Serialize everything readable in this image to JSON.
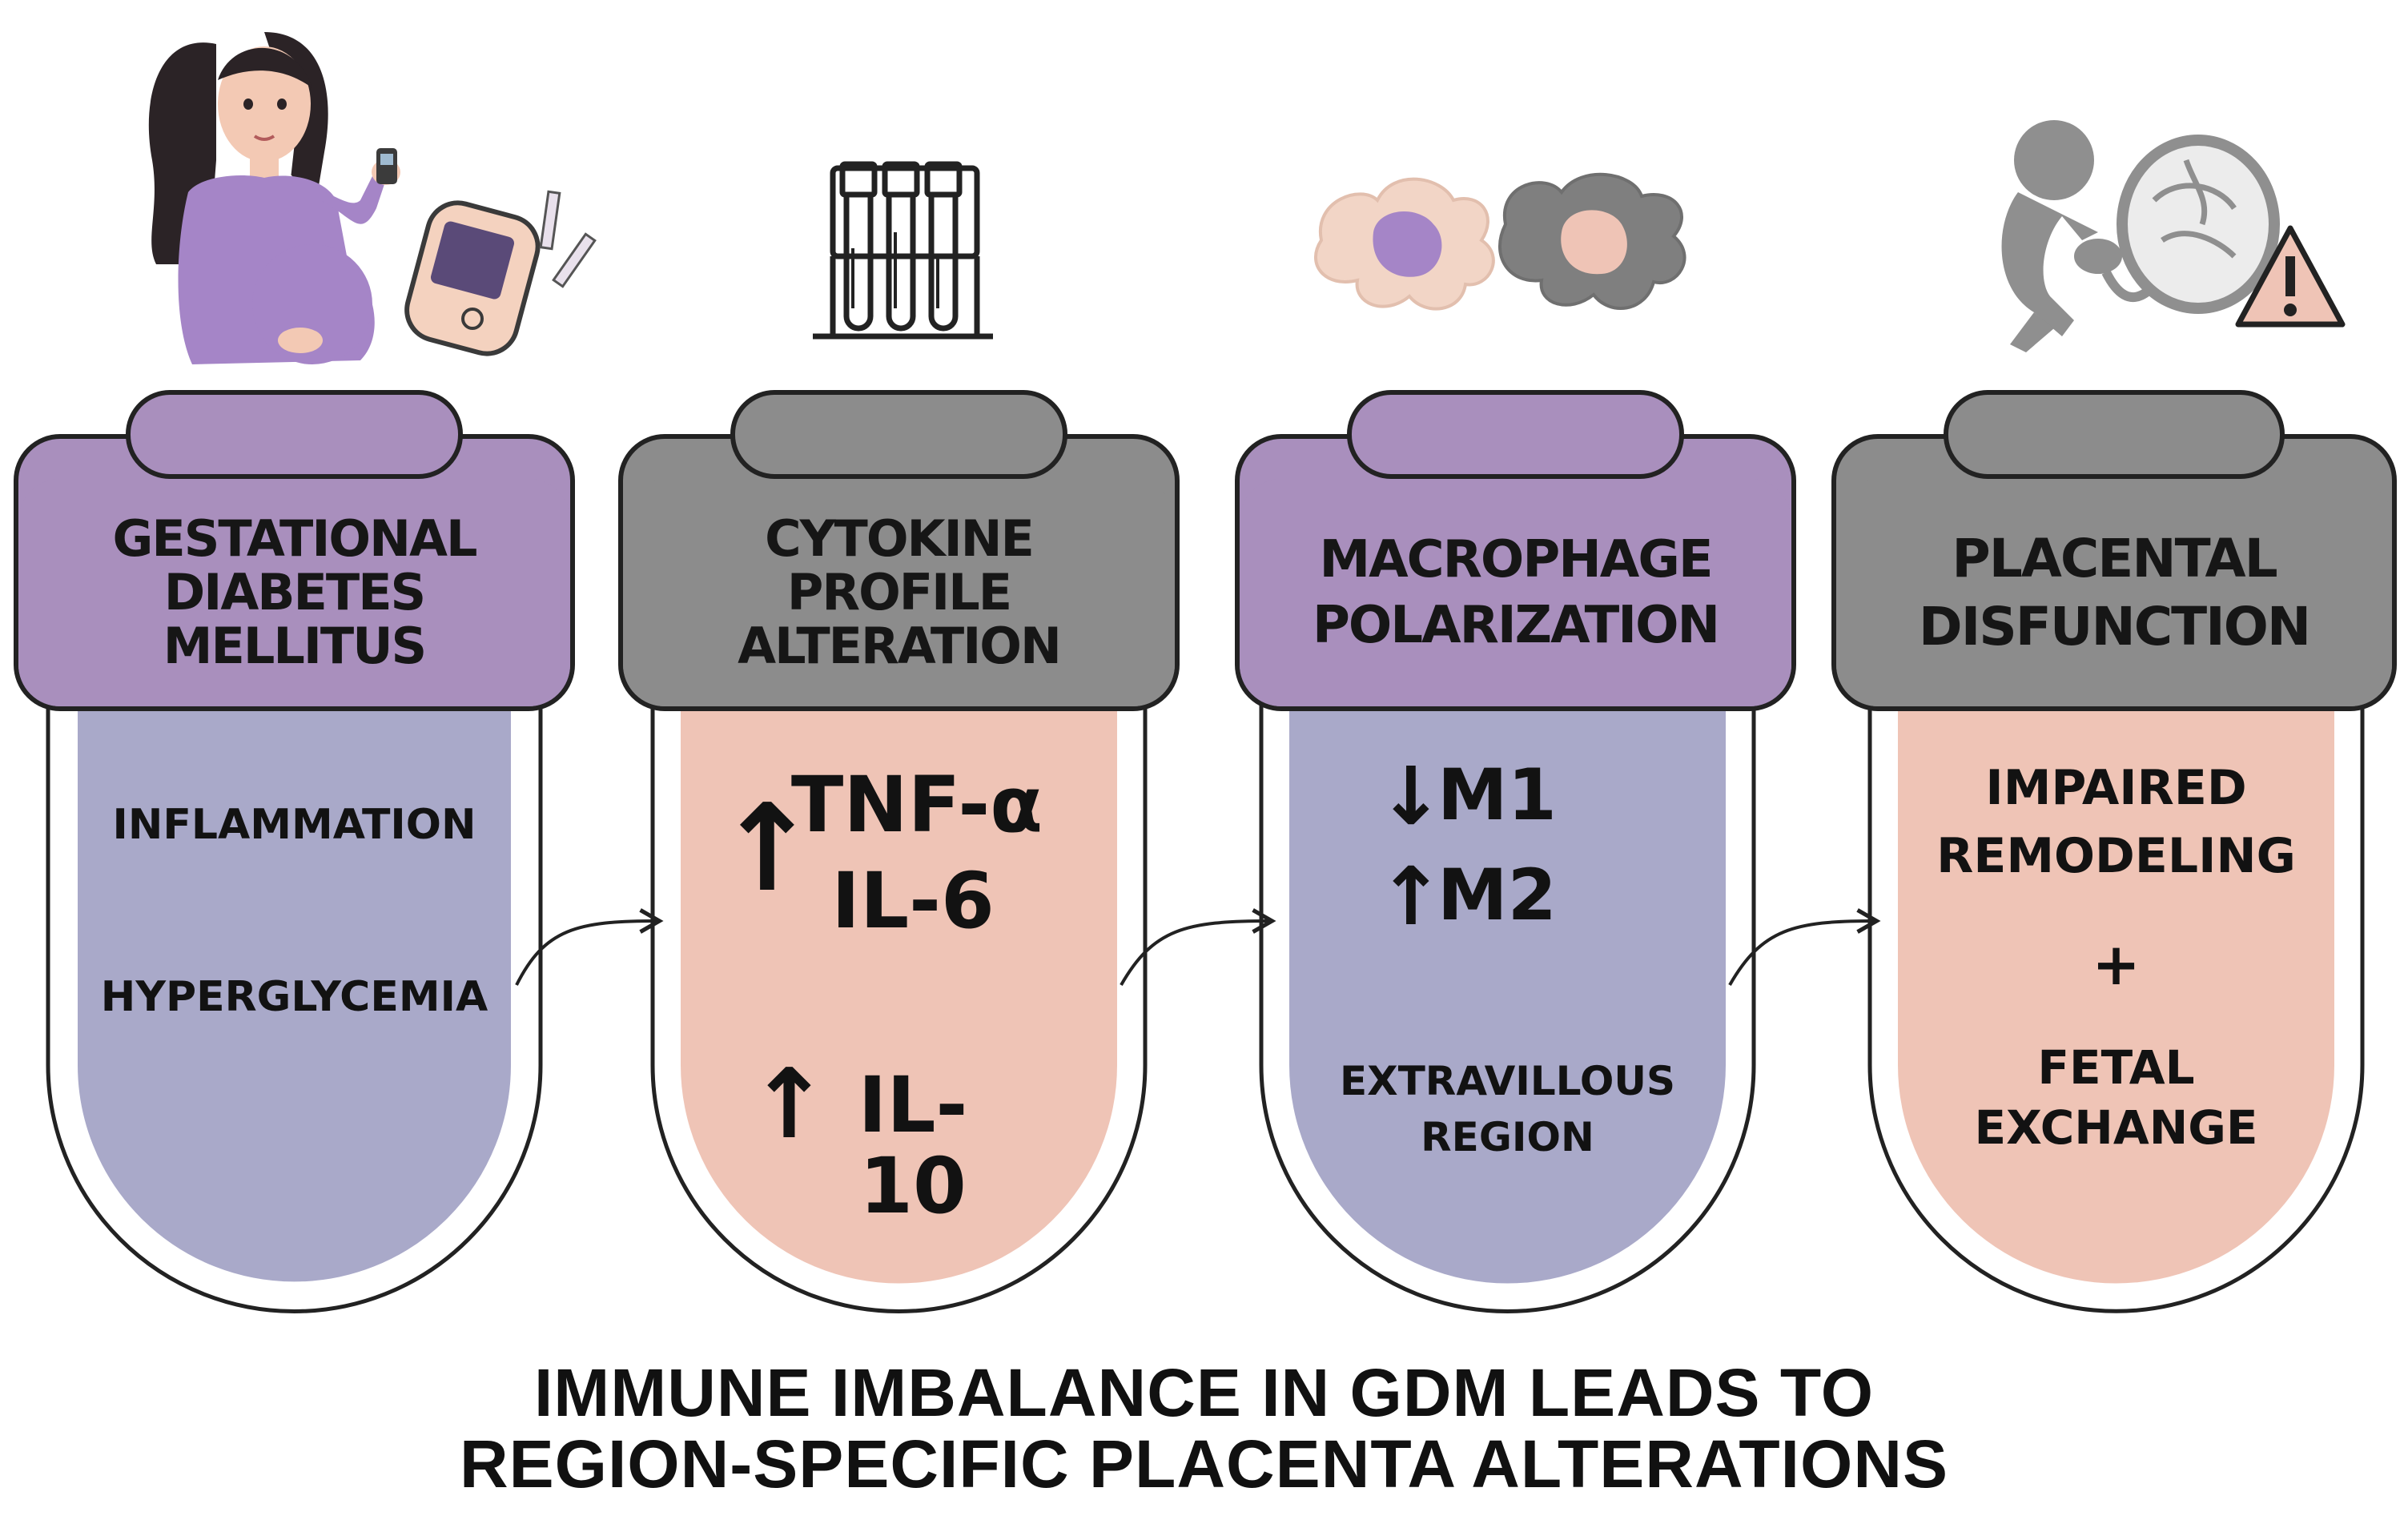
{
  "colors": {
    "purple_header": "#a98fbd",
    "gray_header": "#8c8c8c",
    "lavender_body": "#a9a9c9",
    "peach_body": "#efc4b6",
    "outline": "#222222"
  },
  "steps": [
    {
      "header_lines": [
        "GESTATIONAL",
        "DIABETES",
        "MELLITUS"
      ],
      "header_color": "purple",
      "body_color": "lavender",
      "icon": "pregnant-woman-glucose-meter-icon",
      "body": {
        "line1": "INFLAMMATION",
        "line2": "HYPERGLYCEMIA"
      }
    },
    {
      "header_lines": [
        "CYTOKINE",
        "PROFILE",
        "ALTERATION"
      ],
      "header_color": "gray",
      "body_color": "peach",
      "icon": "test-tubes-rack-icon",
      "body": {
        "up_arrow_1": "↑",
        "cytokine_a": "TNF-α",
        "cytokine_b": "IL-6",
        "up_arrow_2": "↑",
        "cytokine_c": "IL-10"
      }
    },
    {
      "header_lines": [
        "MACROPHAGE",
        "POLARIZATION"
      ],
      "header_color": "purple",
      "body_color": "lavender",
      "icon": "macrophage-cells-icon",
      "body": {
        "down_arrow": "↓",
        "m1": "M1",
        "up_arrow": "↑",
        "m2": "M2",
        "region_line1": "EXTRAVILLOUS",
        "region_line2": "REGION"
      }
    },
    {
      "header_lines": [
        "PLACENTAL",
        "DISFUNCTION"
      ],
      "header_color": "gray",
      "body_color": "peach",
      "icon": "fetus-placenta-warning-icon",
      "body": {
        "line1": "IMPAIRED",
        "line2": "REMODELING",
        "plus": "+",
        "line3": "FETAL",
        "line4": "EXCHANGE"
      }
    }
  ],
  "footer": {
    "line1": "IMMUNE IMBALANCE IN GDM LEADS TO",
    "line2": "REGION-SPECIFIC PLACENTA ALTERATIONS"
  }
}
